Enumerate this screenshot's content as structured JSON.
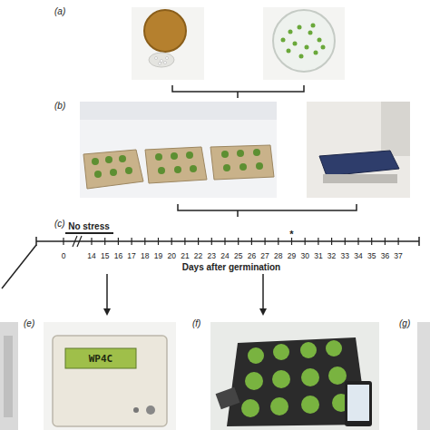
{
  "diagram": {
    "labels": [
      "(a)",
      "(b)",
      "(c)",
      "No stress",
      "0",
      "14",
      "15",
      "16",
      "17",
      "18",
      "19",
      "20",
      "21",
      "22",
      "23",
      "24",
      "25",
      "26",
      "27",
      "28",
      "29",
      "30",
      "31",
      "32",
      "33",
      "34",
      "35",
      "36",
      "37",
      "*",
      "Days after germination",
      "(e)",
      "WP4C",
      "(f)",
      "(g)"
    ]
  }
}
